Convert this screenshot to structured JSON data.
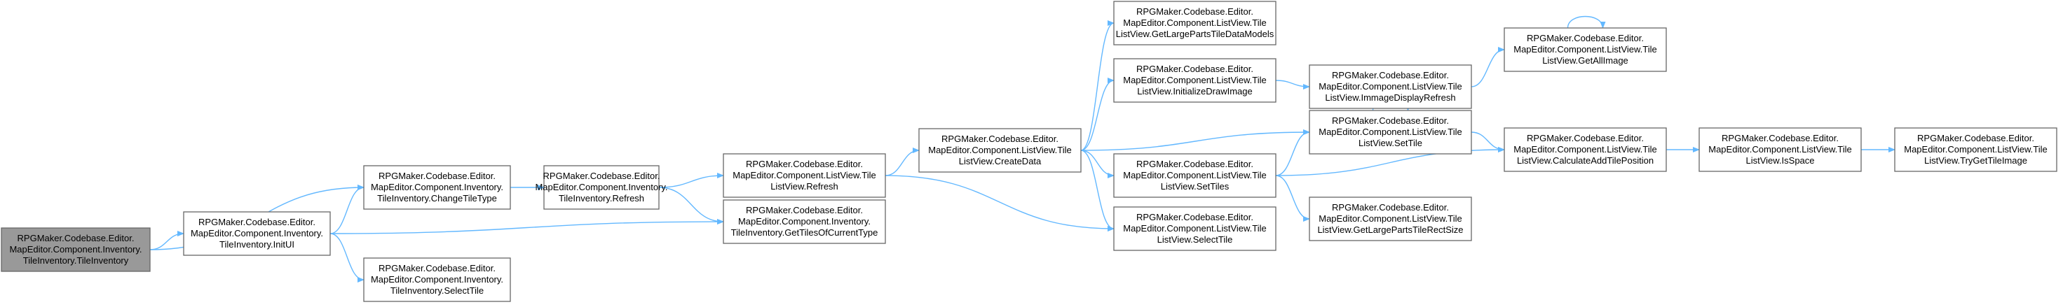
{
  "colors": {
    "edge": "#63b8ff",
    "node_border": "#666666",
    "root_fill": "#999999",
    "node_fill": "#ffffff"
  },
  "nodes": [
    {
      "id": "n0",
      "lines": [
        "RPGMaker.Codebase.Editor.",
        "MapEditor.Component.Inventory.",
        "TileInventory.TileInventory"
      ],
      "root": true
    },
    {
      "id": "n1",
      "lines": [
        "RPGMaker.Codebase.Editor.",
        "MapEditor.Component.Inventory.",
        "TileInventory.ChangeTileType"
      ]
    },
    {
      "id": "n2",
      "lines": [
        "RPGMaker.Codebase.Editor.",
        "MapEditor.Component.Inventory.",
        "TileInventory.InitUI"
      ]
    },
    {
      "id": "n3",
      "lines": [
        "RPGMaker.Codebase.Editor.",
        "MapEditor.Component.Inventory.",
        "TileInventory.Refresh"
      ]
    },
    {
      "id": "n4",
      "lines": [
        "RPGMaker.Codebase.Editor.",
        "MapEditor.Component.Inventory.",
        "TileInventory.SelectTile"
      ]
    },
    {
      "id": "n5",
      "lines": [
        "RPGMaker.Codebase.Editor.",
        "MapEditor.Component.ListView.Tile",
        "ListView.Refresh"
      ]
    },
    {
      "id": "n6",
      "lines": [
        "RPGMaker.Codebase.Editor.",
        "MapEditor.Component.Inventory.",
        "TileInventory.GetTilesOfCurrentType"
      ]
    },
    {
      "id": "n7",
      "lines": [
        "RPGMaker.Codebase.Editor.",
        "MapEditor.Component.ListView.Tile",
        "ListView.CreateData"
      ]
    },
    {
      "id": "n8",
      "lines": [
        "RPGMaker.Codebase.Editor.",
        "MapEditor.Component.ListView.Tile",
        "ListView.SelectTile"
      ]
    },
    {
      "id": "n9",
      "lines": [
        "RPGMaker.Codebase.Editor.",
        "MapEditor.Component.ListView.Tile",
        "ListView.GetLargePartsTileDataModels"
      ]
    },
    {
      "id": "n10",
      "lines": [
        "RPGMaker.Codebase.Editor.",
        "MapEditor.Component.ListView.Tile",
        "ListView.InitializeDrawImage"
      ]
    },
    {
      "id": "n11",
      "lines": [
        "RPGMaker.Codebase.Editor.",
        "MapEditor.Component.ListView.Tile",
        "ListView.SetTile"
      ]
    },
    {
      "id": "n12",
      "lines": [
        "RPGMaker.Codebase.Editor.",
        "MapEditor.Component.ListView.Tile",
        "ListView.SetTiles"
      ]
    },
    {
      "id": "n13",
      "lines": [
        "RPGMaker.Codebase.Editor.",
        "MapEditor.Component.ListView.Tile",
        "ListView.ImmageDisplayRefresh"
      ]
    },
    {
      "id": "n14",
      "lines": [
        "RPGMaker.Codebase.Editor.",
        "MapEditor.Component.ListView.Tile",
        "ListView.CalculateAddTilePosition"
      ]
    },
    {
      "id": "n15",
      "lines": [
        "RPGMaker.Codebase.Editor.",
        "MapEditor.Component.ListView.Tile",
        "ListView.GetLargePartsTileRectSize"
      ]
    },
    {
      "id": "n16",
      "lines": [
        "RPGMaker.Codebase.Editor.",
        "MapEditor.Component.ListView.Tile",
        "ListView.GetAllImage"
      ]
    },
    {
      "id": "n17",
      "lines": [
        "RPGMaker.Codebase.Editor.",
        "MapEditor.Component.ListView.Tile",
        "ListView.IsSpace"
      ]
    },
    {
      "id": "n18",
      "lines": [
        "RPGMaker.Codebase.Editor.",
        "MapEditor.Component.ListView.Tile",
        "ListView.TryGetTileImage"
      ]
    }
  ],
  "edges": [
    {
      "from": "n0",
      "to": "n1"
    },
    {
      "from": "n0",
      "to": "n2"
    },
    {
      "from": "n1",
      "to": "n3"
    },
    {
      "from": "n2",
      "to": "n1"
    },
    {
      "from": "n2",
      "to": "n4"
    },
    {
      "from": "n2",
      "to": "n6"
    },
    {
      "from": "n3",
      "to": "n5"
    },
    {
      "from": "n3",
      "to": "n6"
    },
    {
      "from": "n5",
      "to": "n7"
    },
    {
      "from": "n5",
      "to": "n8"
    },
    {
      "from": "n7",
      "to": "n9"
    },
    {
      "from": "n7",
      "to": "n10"
    },
    {
      "from": "n7",
      "to": "n11"
    },
    {
      "from": "n7",
      "to": "n12"
    },
    {
      "from": "n7",
      "to": "n8"
    },
    {
      "from": "n10",
      "to": "n13"
    },
    {
      "from": "n13",
      "to": "n16"
    },
    {
      "from": "n16",
      "to": "n16"
    },
    {
      "from": "n11",
      "to": "n11"
    },
    {
      "from": "n11",
      "to": "n14"
    },
    {
      "from": "n12",
      "to": "n11"
    },
    {
      "from": "n12",
      "to": "n14"
    },
    {
      "from": "n12",
      "to": "n15"
    },
    {
      "from": "n14",
      "to": "n17"
    },
    {
      "from": "n17",
      "to": "n18"
    }
  ]
}
